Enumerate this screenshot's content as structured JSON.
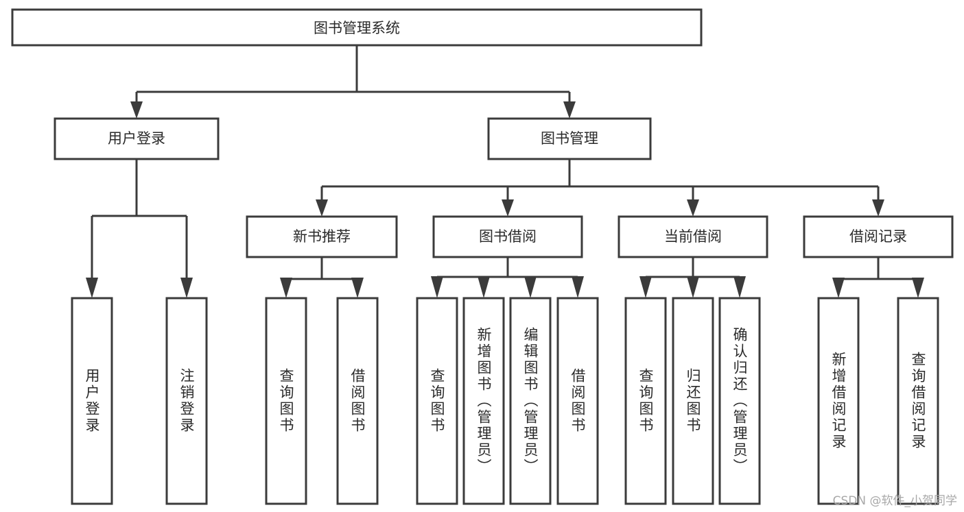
{
  "diagram": {
    "title": "图书管理系统",
    "type": "tree-hierarchy-chart",
    "root": {
      "label": "图书管理系统"
    },
    "level2": [
      {
        "label": "用户登录"
      },
      {
        "label": "图书管理"
      }
    ],
    "level3": [
      {
        "label": "新书推荐"
      },
      {
        "label": "图书借阅"
      },
      {
        "label": "当前借阅"
      },
      {
        "label": "借阅记录"
      }
    ],
    "leaves": {
      "user_login": [
        {
          "label": "用户登录"
        },
        {
          "label": "注销登录"
        }
      ],
      "new_book_recommend": [
        {
          "label": "查询图书"
        },
        {
          "label": "借阅图书"
        }
      ],
      "book_borrow": [
        {
          "label": "查询图书"
        },
        {
          "label": "新增图书（管理员）"
        },
        {
          "label": "编辑图书（管理员）"
        },
        {
          "label": "借阅图书"
        }
      ],
      "current_borrow": [
        {
          "label": "查询图书"
        },
        {
          "label": "归还图书"
        },
        {
          "label": "确认归还（管理员）"
        }
      ],
      "borrow_record": [
        {
          "label": "新增借阅记录"
        },
        {
          "label": "查询借阅记录"
        }
      ]
    }
  },
  "watermark": {
    "text": "CSDN @软件_小贺同学"
  },
  "colors": {
    "stroke": "#3b3b3b",
    "box_fill": "#ffffff",
    "text": "#2a2a2a",
    "watermark": "#a8a8a8",
    "background": "#ffffff"
  }
}
